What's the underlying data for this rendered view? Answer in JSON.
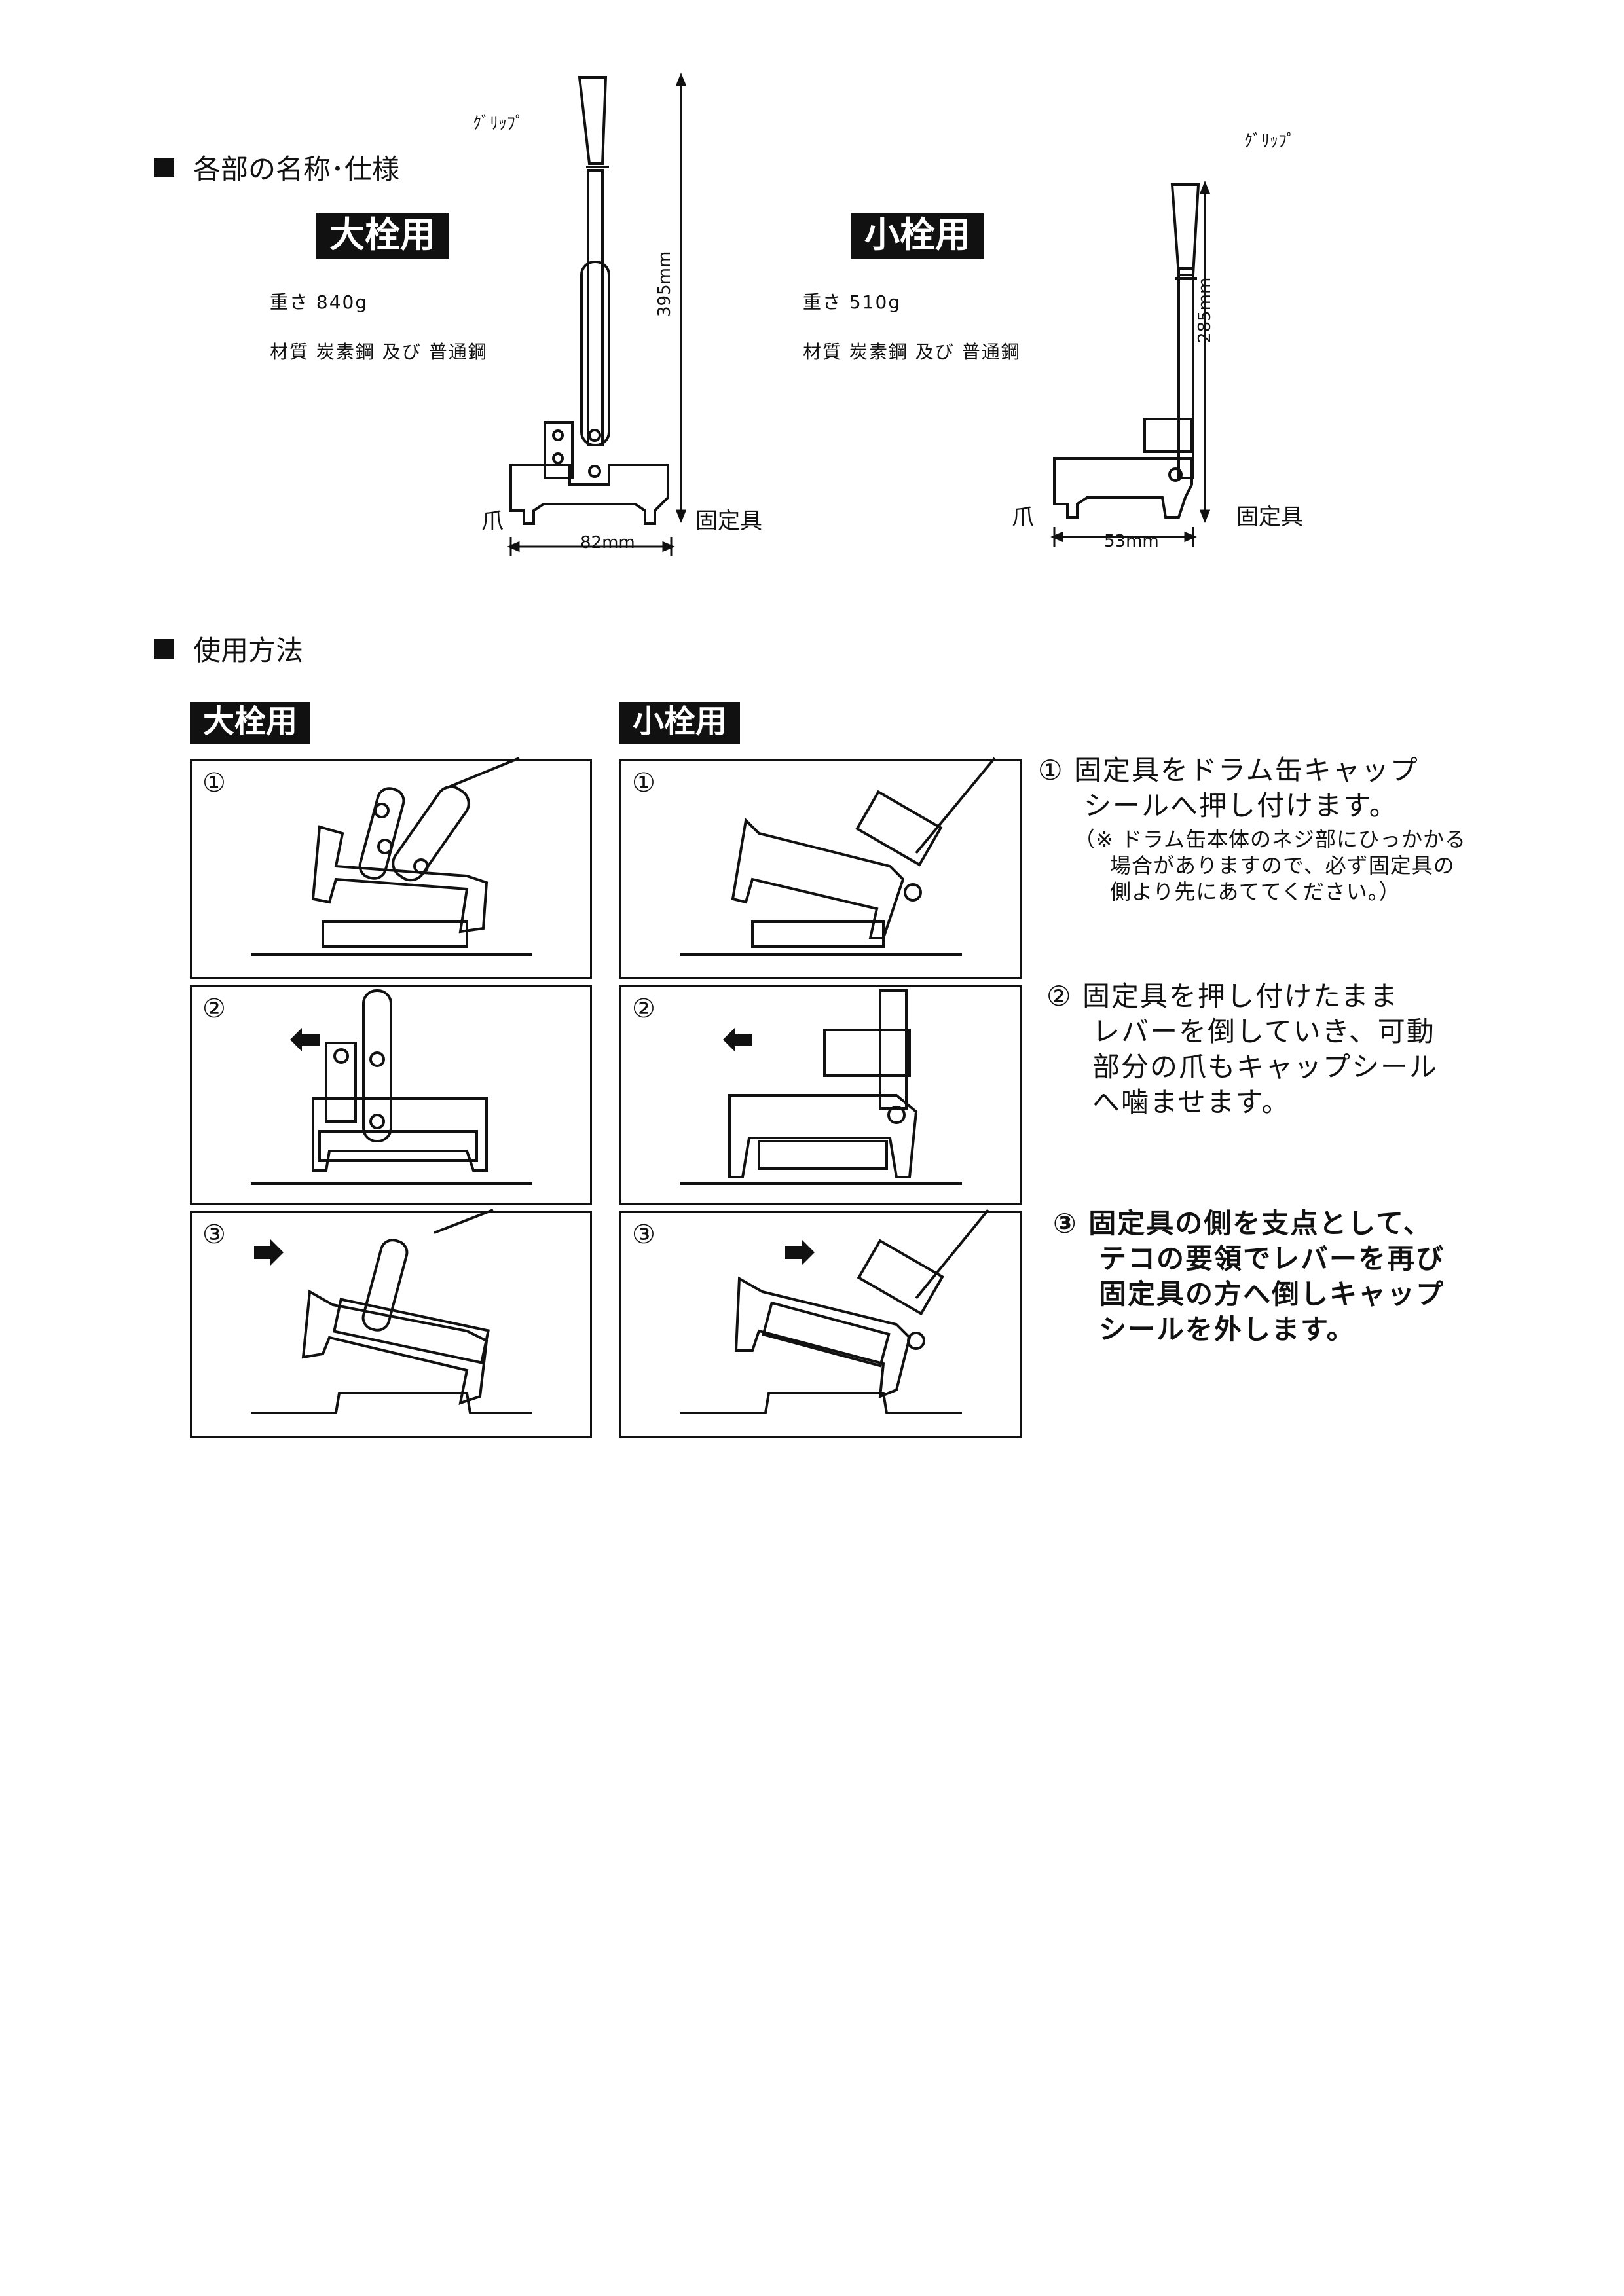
{
  "sections": {
    "specs_heading": "各部の名称･仕様",
    "usage_heading": "使用方法"
  },
  "large": {
    "badge": "大栓用",
    "weight": "重さ 840g",
    "material": "材質 炭素鋼 及び 普通鋼",
    "grip_label": "ｸﾞﾘｯﾌﾟ",
    "height_dim": "395mm",
    "width_dim": "82mm",
    "claw_label": "爪",
    "fixture_label": "固定具"
  },
  "small": {
    "badge": "小栓用",
    "weight": "重さ 510g",
    "material": "材質 炭素鋼 及び 普通鋼",
    "grip_label": "ｸﾞﾘｯﾌﾟ",
    "height_dim": "285mm",
    "width_dim": "53mm",
    "claw_label": "爪",
    "fixture_label": "固定具"
  },
  "usage": {
    "large_badge": "大栓用",
    "small_badge": "小栓用",
    "panel_numbers": [
      "①",
      "②",
      "③"
    ]
  },
  "steps": [
    {
      "num": "①",
      "lines": [
        "固定具をドラム缶キャップ",
        "シールへ押し付けます。"
      ],
      "note": [
        "（※ ドラム缶本体のネジ部にひっかかる",
        "場合がありますので、必ず固定具の",
        "側より先にあててください。）"
      ]
    },
    {
      "num": "②",
      "lines": [
        "固定具を押し付けたまま",
        "レバーを倒していき、可動",
        "部分の爪もキャップシール",
        "へ噛ませます。"
      ]
    },
    {
      "num": "③",
      "lines": [
        "固定具の側を支点として、",
        "テコの要領でレバーを再び",
        "固定具の方へ倒しキャップ",
        "シールを外します。"
      ]
    }
  ]
}
